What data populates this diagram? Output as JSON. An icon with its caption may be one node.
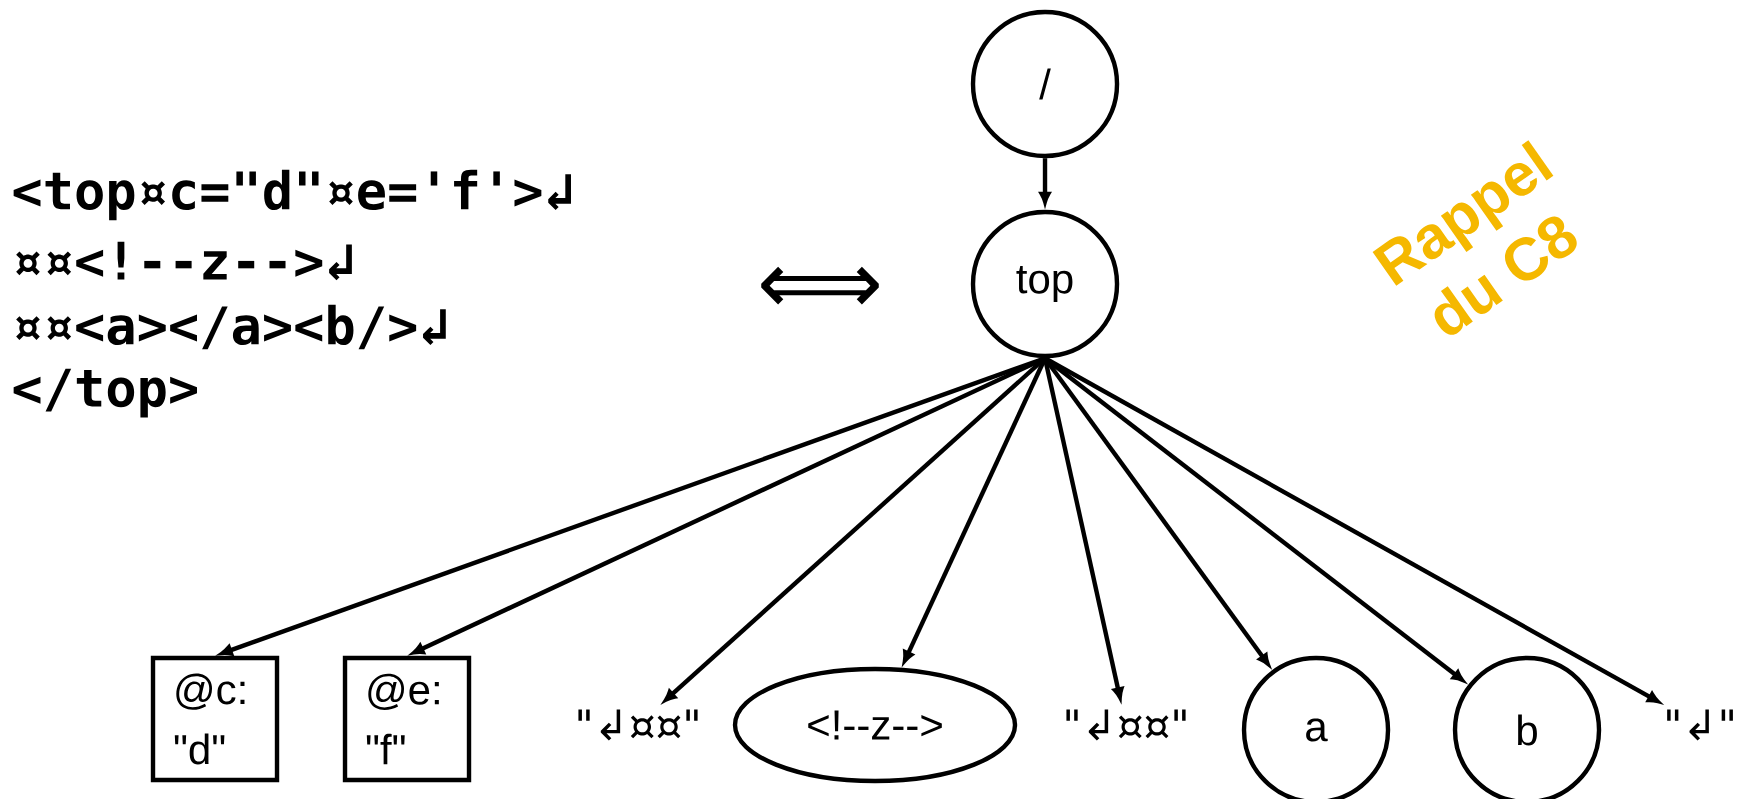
{
  "diagram": {
    "nodes": [
      {
        "text": [
          "/"
        ]
      },
      {
        "text": [
          "top"
        ]
      },
      {
        "text": [
          "@c: \"d\""
        ]
      },
      {
        "text": [
          "@e: \"f\""
        ]
      },
      {
        "text": [
          "\"↲¤¤\""
        ]
      },
      {
        "text": [
          "<!--z-->"
        ]
      },
      {
        "text": [
          "\"↲¤¤\""
        ]
      },
      {
        "text": [
          "a"
        ]
      },
      {
        "text": [
          "b"
        ]
      },
      {
        "text": [
          "\"↲\""
        ]
      }
    ],
    "edges": [
      {
        "from": 0,
        "to": 1,
        "arrow": "to"
      },
      {
        "from": 1,
        "to": 2,
        "arrow": "to"
      },
      {
        "from": 1,
        "to": 3,
        "arrow": "to"
      },
      {
        "from": 1,
        "to": 4,
        "arrow": "to"
      },
      {
        "from": 1,
        "to": 5,
        "arrow": "to"
      },
      {
        "from": 1,
        "to": 6,
        "arrow": "to"
      },
      {
        "from": 1,
        "to": 7,
        "arrow": "to"
      },
      {
        "from": 1,
        "to": 8,
        "arrow": "to"
      },
      {
        "from": 1,
        "to": 9,
        "arrow": "to"
      }
    ],
    "labels": [
      "<top¤c=\"d\"¤e='f'>↲",
      "¤¤<!--z-->↲",
      "¤¤<a></a><b/>↲",
      "</top>",
      "⟺",
      "Rappel",
      "du C8"
    ]
  }
}
